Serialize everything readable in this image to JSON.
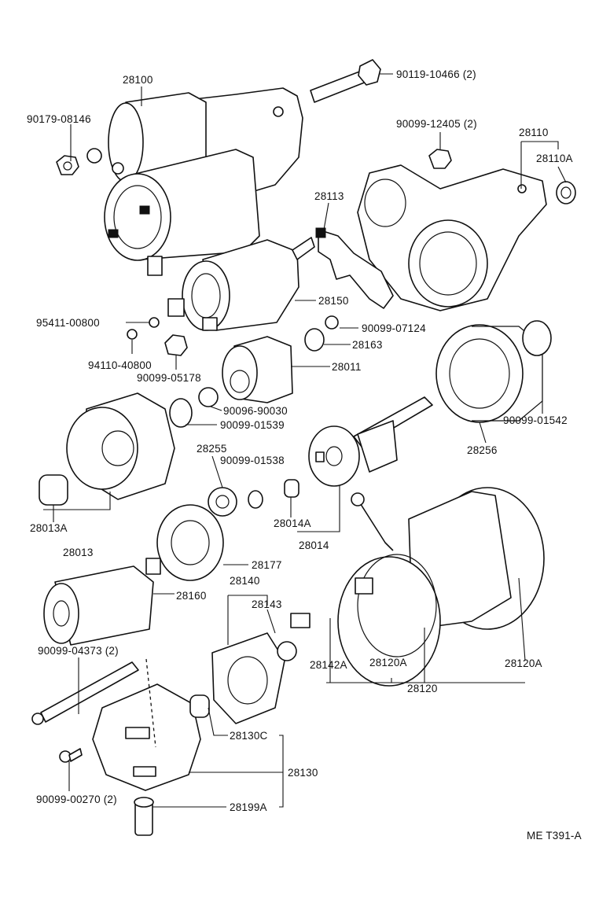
{
  "diagram": {
    "figure_code": "ME T391-A",
    "labels": {
      "p28100": "28100",
      "p90179_08146": "90179-08146",
      "p90119_10466": "90119-10466 (2)",
      "p90099_12405": "90099-12405 (2)",
      "p28110": "28110",
      "p28110A": "28110A",
      "p28113": "28113",
      "p28150": "28150",
      "p95411_00800": "95411-00800",
      "p90099_07124": "90099-07124",
      "p28163": "28163",
      "p94110_40800": "94110-40800",
      "p28011": "28011",
      "p90099_05178": "90099-05178",
      "p90096_90030": "90096-90030",
      "p90099_01539": "90099-01539",
      "p90099_01542": "90099-01542",
      "p28256": "28256",
      "p28255": "28255",
      "p90099_01538": "90099-01538",
      "p28013A": "28013A",
      "p28014A": "28014A",
      "p28013": "28013",
      "p28014": "28014",
      "p28177": "28177",
      "p28140": "28140",
      "p28160": "28160",
      "p28143": "28143",
      "p90099_04373": "90099-04373 (2)",
      "p28142A": "28142A",
      "p28120A_inner": "28120A",
      "p28120A_outer": "28120A",
      "p28120": "28120",
      "p28130C": "28130C",
      "p28130": "28130",
      "p90099_00270": "90099-00270 (2)",
      "p28199A": "28199A"
    }
  }
}
